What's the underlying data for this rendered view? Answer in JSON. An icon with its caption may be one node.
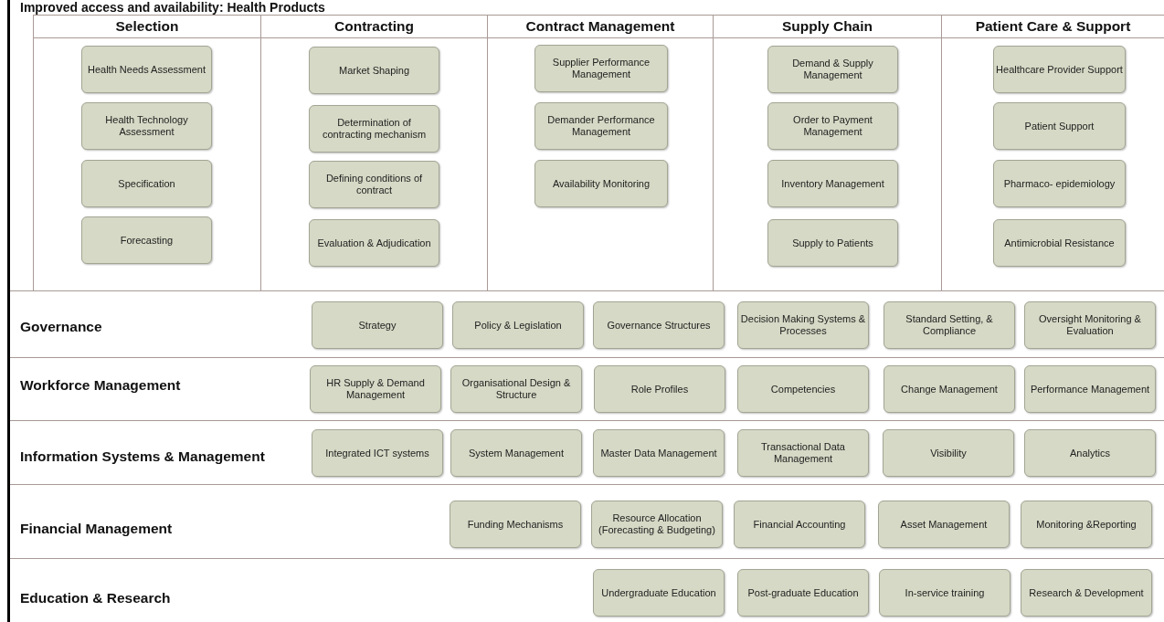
{
  "diagram": {
    "title": "Improved access and availability: Health Products",
    "nodes": [
      {
        "text": [
          "Selection"
        ]
      },
      {
        "text": [
          "Health Needs Assessment"
        ],
        "in": 0
      },
      {
        "text": [
          "Health Technology Assessment"
        ],
        "in": 0
      },
      {
        "text": [
          "Specification"
        ],
        "in": 0
      },
      {
        "text": [
          "Forecasting"
        ],
        "in": 0
      },
      {
        "text": [
          "Contracting"
        ]
      },
      {
        "text": [
          "Market Shaping"
        ],
        "in": 5
      },
      {
        "text": [
          "Determination of contracting mechanism"
        ],
        "in": 5
      },
      {
        "text": [
          "Defining conditions of contract"
        ],
        "in": 5
      },
      {
        "text": [
          "Evaluation & Adjudication"
        ],
        "in": 5
      },
      {
        "text": [
          "Contract Management"
        ]
      },
      {
        "text": [
          "Supplier Performance Management"
        ],
        "in": 10
      },
      {
        "text": [
          "Demander Performance Management"
        ],
        "in": 10
      },
      {
        "text": [
          "Availability Monitoring"
        ],
        "in": 10
      },
      {
        "text": [
          "Supply Chain"
        ]
      },
      {
        "text": [
          "Demand & Supply Management"
        ],
        "in": 14
      },
      {
        "text": [
          "Order to Payment Management"
        ],
        "in": 14
      },
      {
        "text": [
          "Inventory Management"
        ],
        "in": 14
      },
      {
        "text": [
          "Supply to Patients"
        ],
        "in": 14
      },
      {
        "text": [
          "Patient Care & Support"
        ]
      },
      {
        "text": [
          "Healthcare Provider Support"
        ],
        "in": 19
      },
      {
        "text": [
          "Patient Support"
        ],
        "in": 19
      },
      {
        "text": [
          "Pharmaco- epidemiology"
        ],
        "in": 19
      },
      {
        "text": [
          "Antimicrobial Resistance"
        ],
        "in": 19
      },
      {
        "text": [
          "Governance"
        ]
      },
      {
        "text": [
          "Strategy"
        ],
        "in": 24
      },
      {
        "text": [
          "Policy & Legislation"
        ],
        "in": 24
      },
      {
        "text": [
          "Governance Structures"
        ],
        "in": 24
      },
      {
        "text": [
          "Decision Making Systems & Processes"
        ],
        "in": 24
      },
      {
        "text": [
          "Standard Setting, & Compliance"
        ],
        "in": 24
      },
      {
        "text": [
          "Oversight Monitoring & Evaluation"
        ],
        "in": 24
      },
      {
        "text": [
          "Workforce Management"
        ]
      },
      {
        "text": [
          "HR Supply & Demand Management"
        ],
        "in": 31
      },
      {
        "text": [
          "Organisational Design & Structure"
        ],
        "in": 31
      },
      {
        "text": [
          "Role Profiles"
        ],
        "in": 31
      },
      {
        "text": [
          "Competencies"
        ],
        "in": 31
      },
      {
        "text": [
          "Change Management"
        ],
        "in": 31
      },
      {
        "text": [
          "Performance Management"
        ],
        "in": 31
      },
      {
        "text": [
          "Information Systems & Management"
        ]
      },
      {
        "text": [
          "Integrated ICT systems"
        ],
        "in": 38
      },
      {
        "text": [
          "System Management"
        ],
        "in": 38
      },
      {
        "text": [
          "Master Data Management"
        ],
        "in": 38
      },
      {
        "text": [
          "Transactional Data Management"
        ],
        "in": 38
      },
      {
        "text": [
          "Visibility"
        ],
        "in": 38
      },
      {
        "text": [
          "Analytics"
        ],
        "in": 38
      },
      {
        "text": [
          "Financial Management"
        ]
      },
      {
        "text": [
          "Funding Mechanisms"
        ],
        "in": 45
      },
      {
        "text": [
          "Resource Allocation (Forecasting & Budgeting)"
        ],
        "in": 45
      },
      {
        "text": [
          "Financial Accounting"
        ],
        "in": 45
      },
      {
        "text": [
          "Asset Management"
        ],
        "in": 45
      },
      {
        "text": [
          "Monitoring &Reporting"
        ],
        "in": 45
      },
      {
        "text": [
          "Education & Research"
        ]
      },
      {
        "text": [
          "Undergraduate Education"
        ],
        "in": 51
      },
      {
        "text": [
          "Post-graduate Education"
        ],
        "in": 51
      },
      {
        "text": [
          "In-service training"
        ],
        "in": 51
      },
      {
        "text": [
          "Research & Development"
        ],
        "in": 51
      }
    ]
  }
}
